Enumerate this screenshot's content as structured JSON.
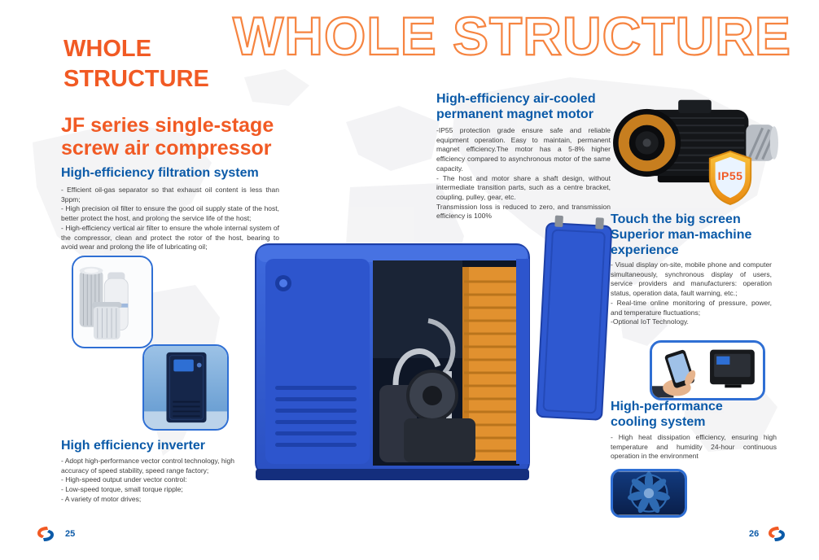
{
  "watermark": "WHOLE STRUCTURE",
  "left": {
    "title": "WHOLE\nSTRUCTURE",
    "series_title": "JF series single-stage\nscrew air compressor",
    "filtration_heading": "High-efficiency filtration system",
    "filtration_body": "- Efficient oil-gas separator so that exhaust oil content is less than 3ppm;\n- High precision oil filter to ensure the good oil supply state of the host, better protect the host, and prolong the service life of the host;\n- High-efficiency vertical air filter to ensure the whole internal system of the compressor, clean and protect the rotor of the host, bearing to avoid wear and prolong the life of lubricating oil;",
    "inverter_heading": "High efficiency inverter",
    "inverter_body": "- Adopt high-performance vector control technology, high accuracy of speed stability, speed range factory;\n- High-speed output under vector control:\n- Low-speed torque, small torque ripple;\n- A variety of motor drives;"
  },
  "right": {
    "motor_heading": "High-efficiency air-cooled\npermanent magnet motor",
    "motor_body": "-IP55 protection grade ensure safe and reliable equipment operation. Easy to maintain, permanent magnet efficiency.The motor has a 5-8% higher efficiency compared to asynchronous motor of the same capacity.\n- The host and motor share a shaft design, without intermediate transition parts, such as a centre bracket, coupling, pulley, gear, etc.\nTransmission loss is reduced to zero, and transmission efficiency is 100%",
    "motor_badge": "IP55",
    "touch_heading": "Touch the big screen\nSuperior man-machine\nexperience",
    "touch_body": "- Visual display on-site, mobile phone and computer simultaneously, synchronous display of users, service providers and manufacturers: operation status, operation data, fault warning, etc.;\n- Real-time online monitoring of pressure, power, and temperature fluctuations;\n-Optional IoT Technology.",
    "cooling_heading": "High-performance\ncooling system",
    "cooling_body": "- High heat dissipation efficiency, ensuring high temperature and humidity 24-hour continuous operation in the environment"
  },
  "footer": {
    "left_page": "25",
    "right_page": "26"
  },
  "colors": {
    "accent_orange": "#F15A24",
    "accent_blue": "#0B5AA8",
    "machine_blue": "#2E58D0"
  }
}
